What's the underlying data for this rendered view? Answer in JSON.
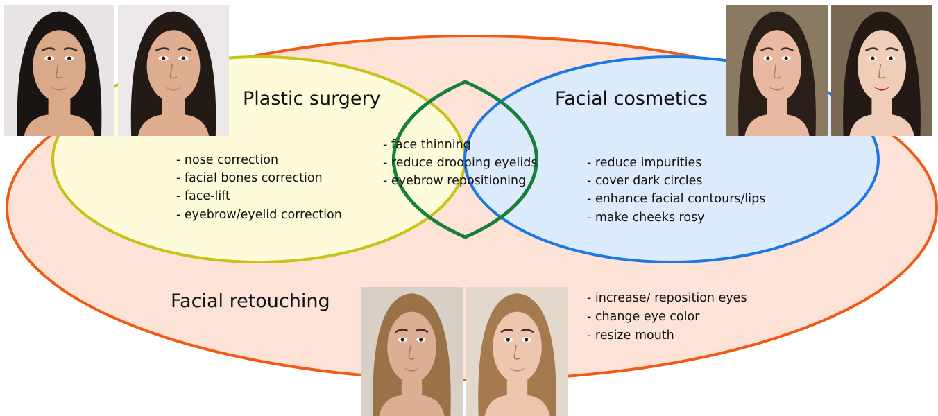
{
  "diagram": {
    "outer": {
      "title": "Facial retouching",
      "fill": "#fde2d8",
      "stroke": "#f05a14",
      "items": [
        "- increase/ reposition eyes",
        "- change eye color",
        "- resize mouth"
      ]
    },
    "left": {
      "title": "Plastic surgery",
      "fill": "#fdfbd9",
      "stroke": "#c4c414",
      "items": [
        "- nose correction",
        "- facial bones correction",
        "- face-lift",
        "- eyebrow/eyelid correction"
      ]
    },
    "right": {
      "title": "Facial cosmetics",
      "fill": "#dcebfb",
      "stroke": "#1a78e6",
      "items": [
        "- reduce impurities",
        "- cover dark circles",
        "- enhance facial contours/lips",
        "- make cheeks rosy"
      ]
    },
    "center": {
      "fill": "#d6f8e6",
      "stroke": "#16803c",
      "items": [
        "- face thinning",
        "- reduce drooping eyelids",
        "- eyebrow repositioning"
      ]
    }
  },
  "photos": [
    {
      "name": "surgery-before-photo",
      "hair": "#1a1412",
      "skin": "#d9a98a",
      "bg": "#e8e4e6",
      "lips": "#c0787a"
    },
    {
      "name": "surgery-after-photo",
      "hair": "#231a15",
      "skin": "#dfae90",
      "bg": "#ece8ea",
      "lips": "#c48070"
    },
    {
      "name": "cosmetics-before-photo",
      "hair": "#2a1e18",
      "skin": "#e8b9a0",
      "bg": "#8a7a62",
      "lips": "#c86a6e"
    },
    {
      "name": "cosmetics-after-photo",
      "hair": "#241a15",
      "skin": "#f0cdb8",
      "bg": "#7a6a55",
      "lips": "#c8141c"
    },
    {
      "name": "retouching-before-photo",
      "hair": "#9a7248",
      "skin": "#dcae94",
      "bg": "#d8d0c6",
      "lips": "#b8786e"
    },
    {
      "name": "retouching-after-photo",
      "hair": "#a57a4e",
      "skin": "#ecc6ae",
      "bg": "#e2d8cc",
      "lips": "#c08074"
    }
  ]
}
